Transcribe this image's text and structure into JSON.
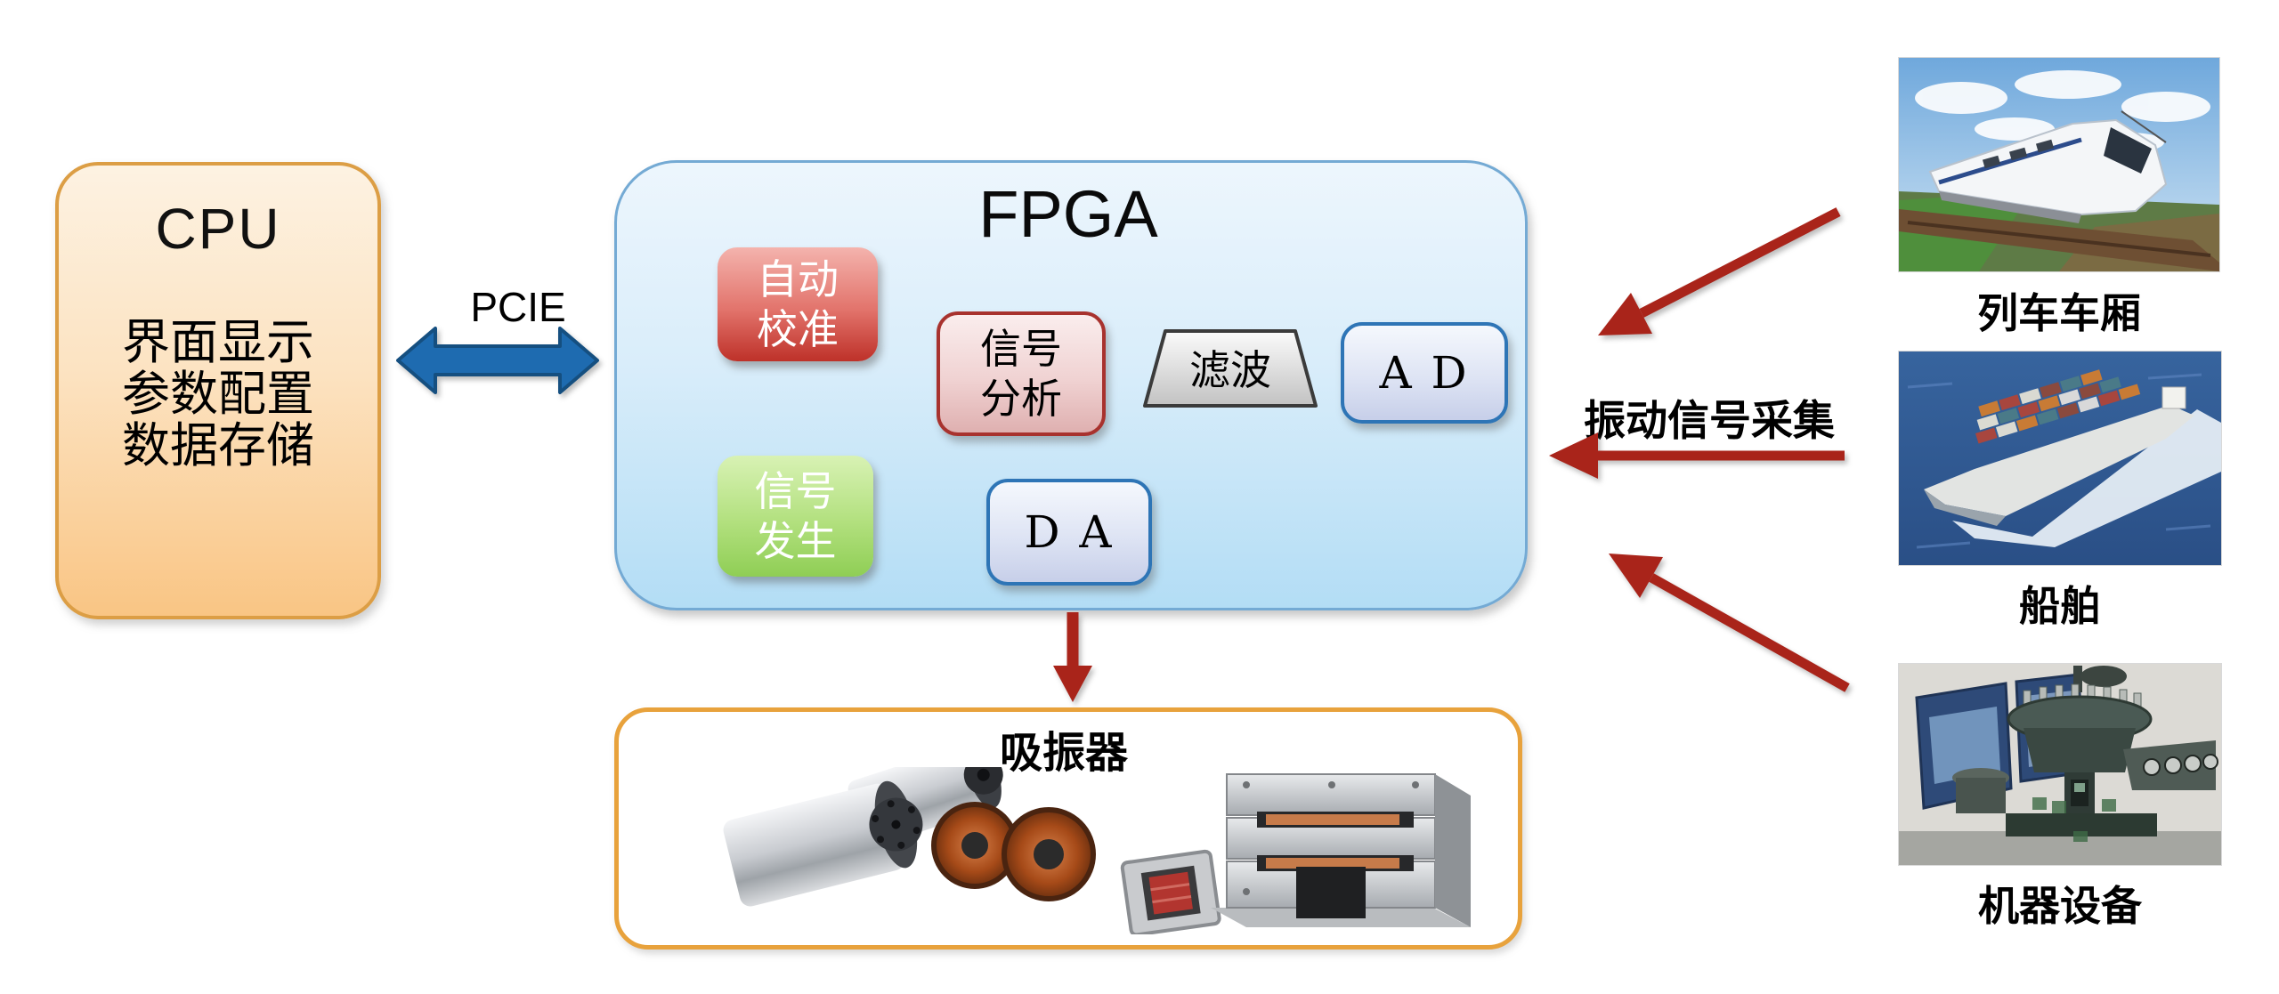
{
  "cpu": {
    "title": "CPU",
    "line1": "界面显示",
    "line2": "参数配置",
    "line3": "数据存储"
  },
  "pcie": {
    "label": "PCIE"
  },
  "fpga": {
    "title": "FPGA",
    "auto_calibration": {
      "line1": "自动",
      "line2": "校准"
    },
    "signal_analysis": {
      "line1": "信号",
      "line2": "分析"
    },
    "filter": {
      "label": "滤波"
    },
    "ad": {
      "label": "A D"
    },
    "da": {
      "label": "D A"
    },
    "signal_generation": {
      "line1": "信号",
      "line2": "发生"
    }
  },
  "absorber": {
    "title": "吸振器"
  },
  "sources": {
    "caption": "振动信号采集",
    "train": {
      "label": "列车车厢"
    },
    "ship": {
      "label": "船舶"
    },
    "machine": {
      "label": "机器设备"
    }
  },
  "colors": {
    "cpu_border": "#DC9E45",
    "cpu_fill_top": "#FDF2E2",
    "cpu_fill_bottom": "#F9C584",
    "fpga_border": "#74AAD4",
    "fpga_fill_top": "#EDF6FD",
    "fpga_fill_bottom": "#B3DDF5",
    "auto_cal_top": "#F4B3AD",
    "auto_cal_bottom": "#BE3129",
    "signal_analysis_border": "#A8322E",
    "signal_analysis_fill": "#F0D2D2",
    "filter_border": "#3B3B3B",
    "filter_fill": "#D9D9D9",
    "converter_border": "#2E75B6",
    "converter_fill": "#DEE4F4",
    "signal_gen_top": "#D8F2B4",
    "signal_gen_bottom": "#8FCE55",
    "pcie_arrow_fill": "#1E6BB0",
    "pcie_arrow_border": "#154F80",
    "signal_arrow": "#A9241A",
    "absorber_border": "#E8A23C"
  }
}
